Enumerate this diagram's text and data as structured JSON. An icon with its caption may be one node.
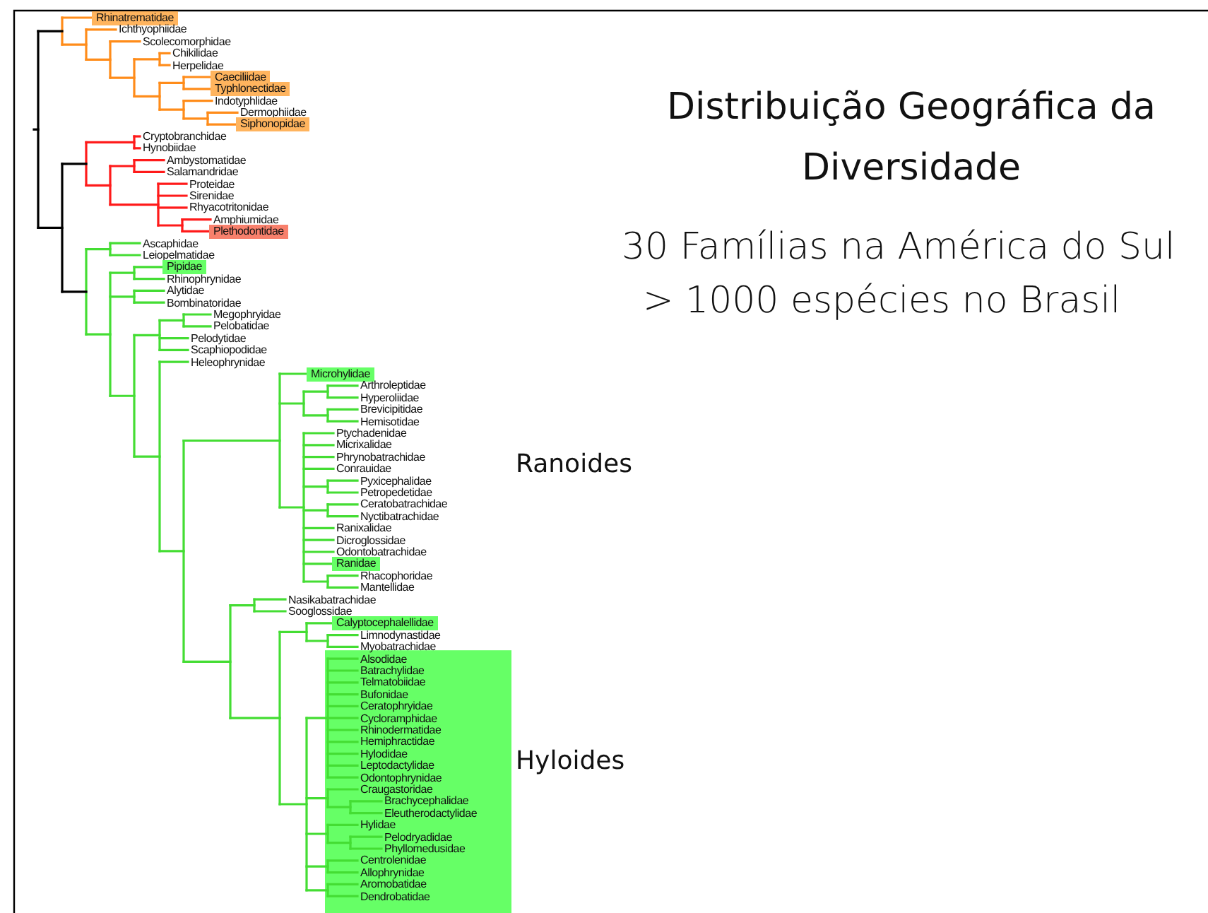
{
  "diagram": {
    "title": "Distribuição Geográfica da Diversidade",
    "labels": [
      "Rhinatrematidae",
      "Ichthyophiidae",
      "Scolecomorphidae",
      "Chikilidae",
      "Herpelidae",
      "Caeciliidae",
      "Typhlonectidae",
      "Indotyphlidae",
      "Dermophiidae",
      "Siphonopidae",
      "Cryptobranchidae",
      "Hynobiidae",
      "Ambystomatidae",
      "Salamandridae",
      "Proteidae",
      "Sirenidae",
      "Rhyacotritonidae",
      "Amphiumidae",
      "Plethodontidae",
      "Ascaphidae",
      "Leiopelmatidae",
      "Pipidae",
      "Rhinophrynidae",
      "Alytidae",
      "Bombinatoridae",
      "Megophryidae",
      "Pelobatidae",
      "Pelodytidae",
      "Scaphiopodidae",
      "Heleophrynidae",
      "Microhylidae",
      "Arthroleptidae",
      "Hyperoliidae",
      "Brevicipitidae",
      "Hemisotidae",
      "Ptychadenidae",
      "Micrixalidae",
      "Phrynobatrachidae",
      "Conrauidae",
      "Pyxicephalidae",
      "Petropedetidae",
      "Ceratobatrachidae",
      "Nyctibatrachidae",
      "Ranixalidae",
      "Dicroglossidae",
      "Odontobatrachidae",
      "Ranidae",
      "Rhacophoridae",
      "Mantellidae",
      "Nasikabatrachidae",
      "Sooglossidae",
      "Calyptocephalellidae",
      "Limnodynastidae",
      "Myobatrachidae",
      "Alsodidae",
      "Batrachylidae",
      "Telmatobiidae",
      "Bufonidae",
      "Ceratophryidae",
      "Cycloramphidae",
      "Rhinodermatidae",
      "Hemiphractidae",
      "Hylodidae",
      "Leptodactylidae",
      "Odontophrynidae",
      "Craugastoridae",
      "Brachycephalidae",
      "Eleutherodactylidae",
      "Hylidae",
      "Pelodryadidae",
      "Phyllomedusidae",
      "Centrolenidae",
      "Allophrynidae",
      "Aromobatidae",
      "Dendrobatidae",
      "30 Famílias na América do Sul",
      "> 1000 espécies no Brasil",
      "Ranoides",
      "Hyloides"
    ]
  }
}
